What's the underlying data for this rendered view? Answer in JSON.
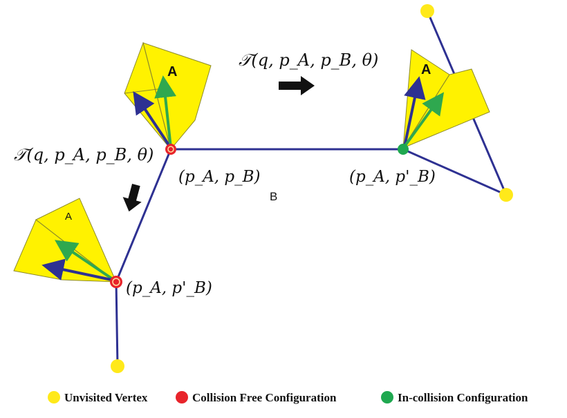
{
  "diagram": {
    "transform_label_top": "𝒯(q, p_A, p_B, θ)",
    "transform_label_left": "𝒯(q, p_A, p_B, θ)",
    "config_center": "(p_A, p_B)",
    "config_right": "(p_A, p'_B)",
    "config_bottom": "(p_A, p'_B)",
    "object_a_label": "A",
    "object_b_label": "B"
  },
  "legend": {
    "items": [
      {
        "label": "Unvisited Vertex",
        "color": "#FFE91A"
      },
      {
        "label": "Collision Free Configuration",
        "color": "#E8242B"
      },
      {
        "label": "In-collision Configuration",
        "color": "#1FA850"
      }
    ]
  },
  "colors": {
    "edge": "#2E3192",
    "cone_fill": "#FFF200",
    "cone_stroke": "#8C8A2A",
    "arrow_blue": "#2E3192",
    "arrow_green": "#2FA84F",
    "collision_free": "#E8242B",
    "in_collision": "#1FA850",
    "unvisited": "#FFE91A"
  }
}
